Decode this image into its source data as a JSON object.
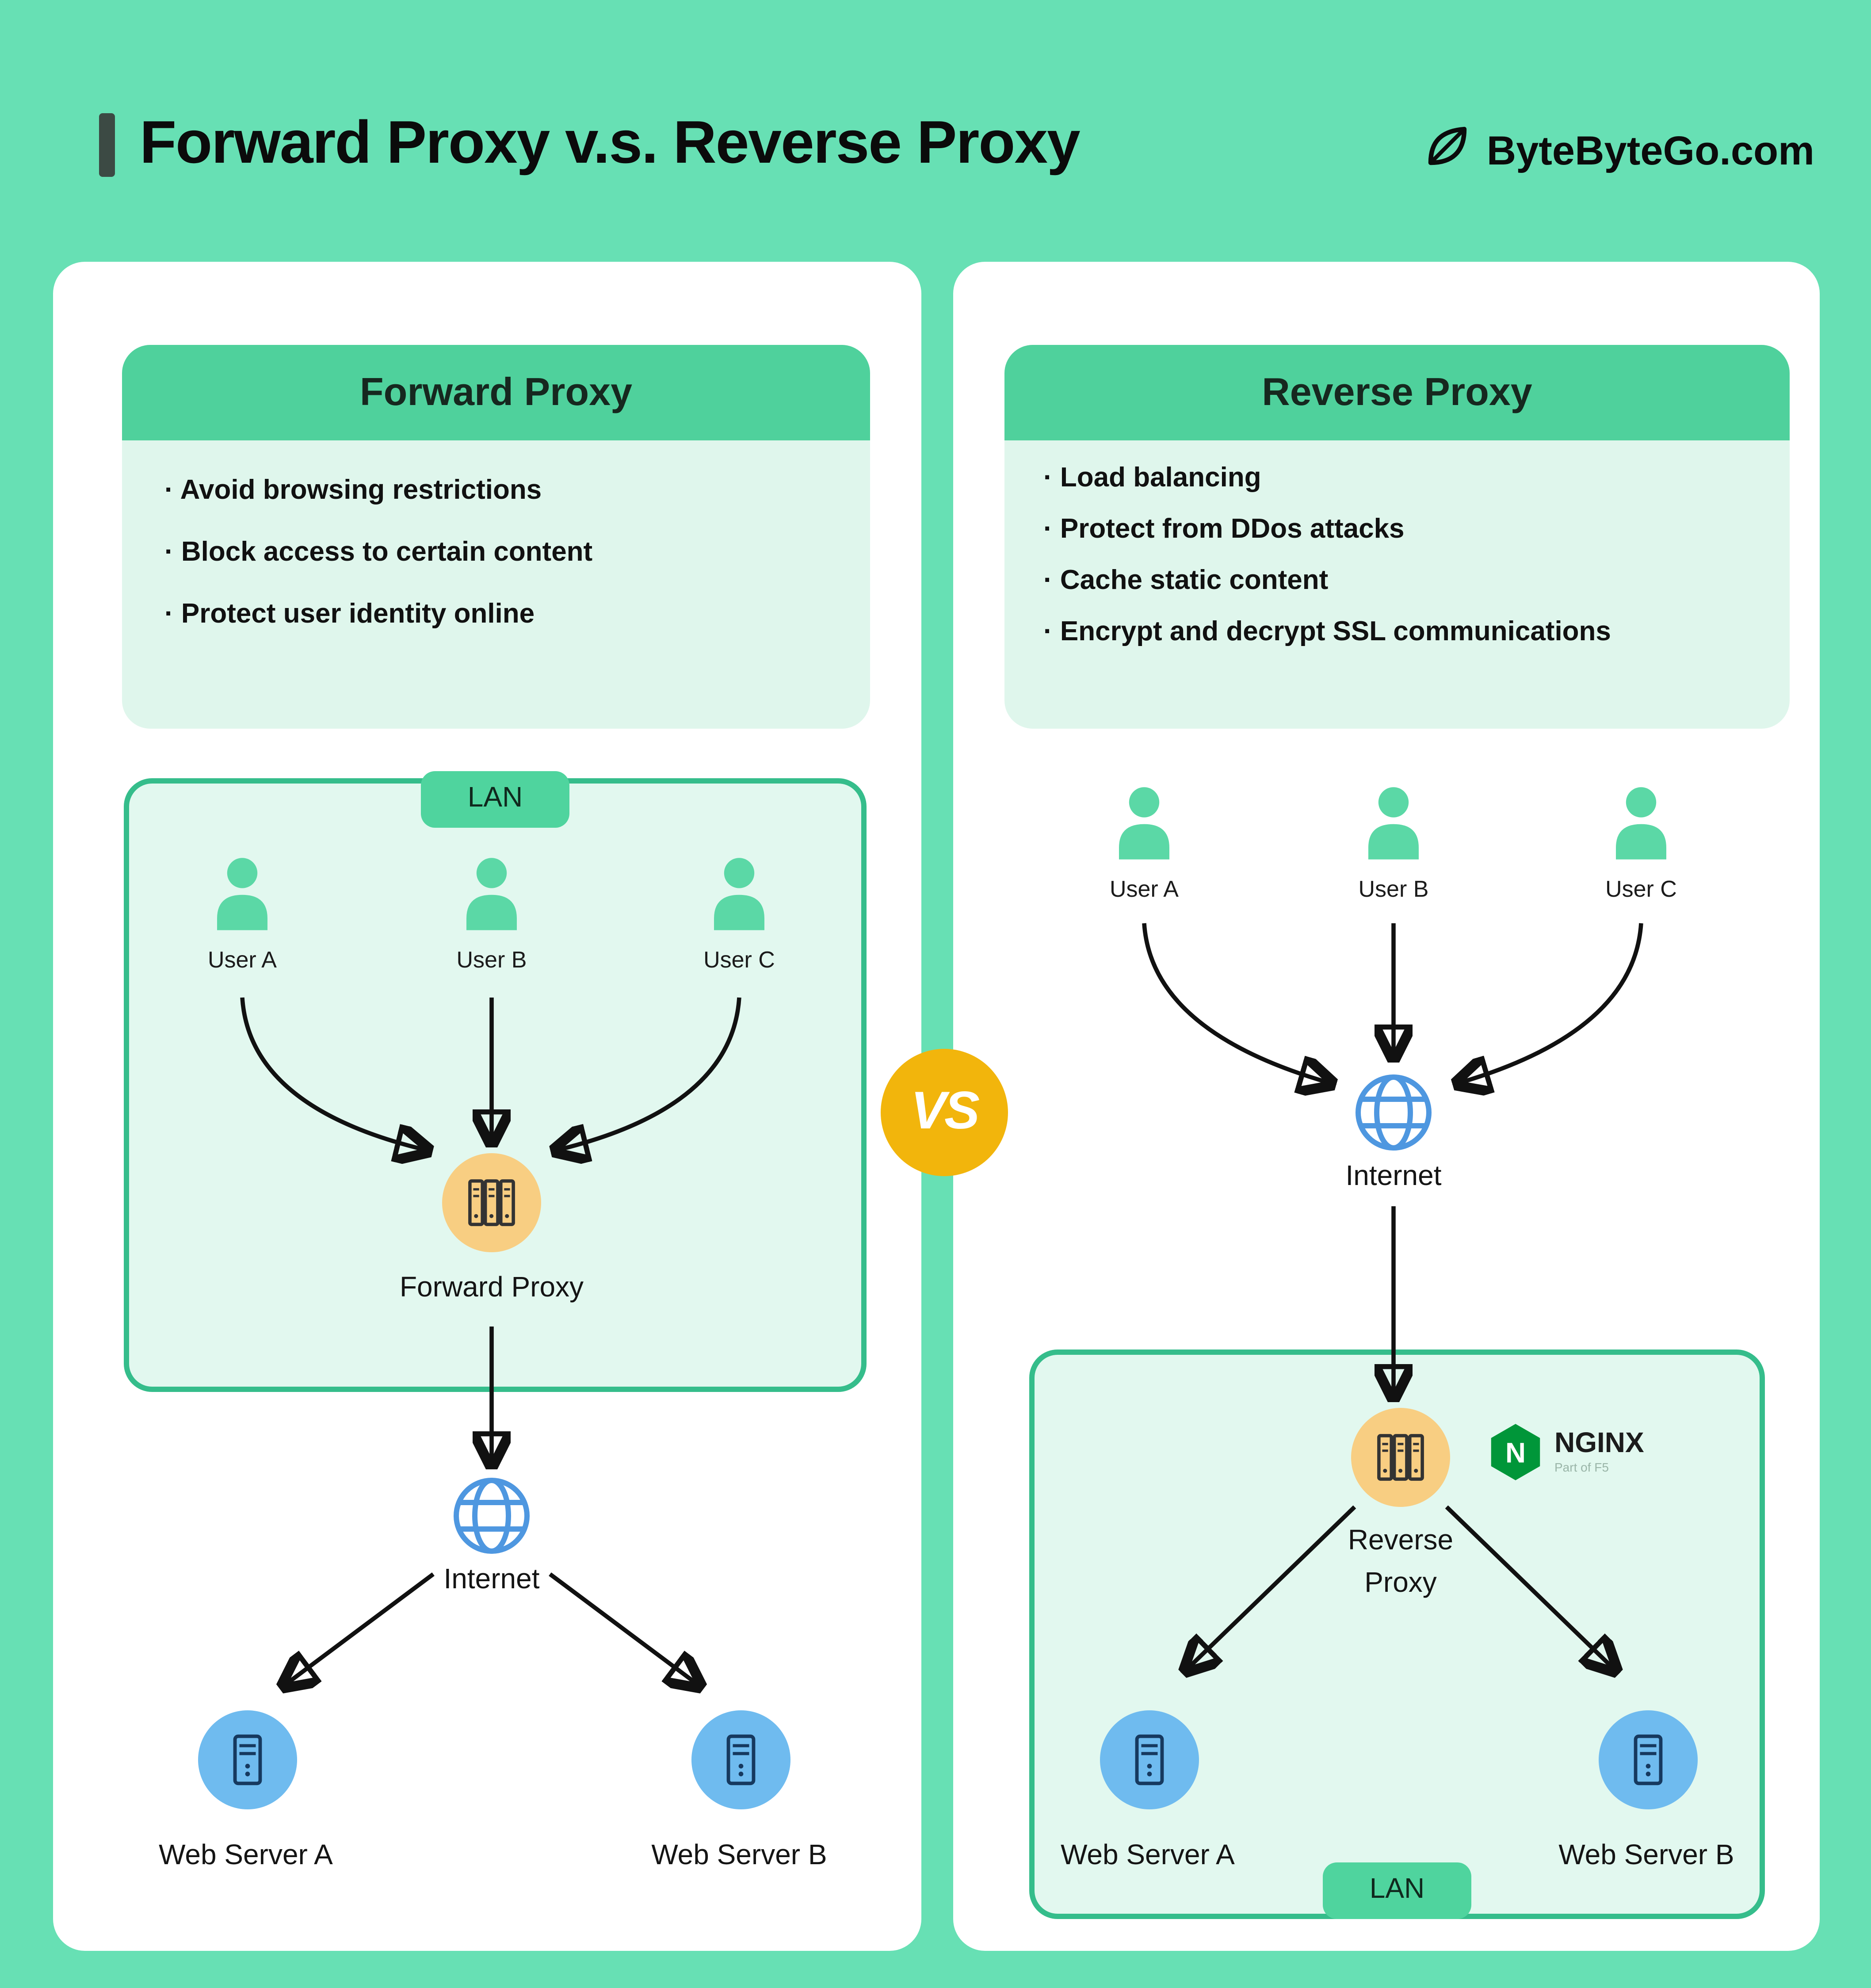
{
  "page": {
    "title": "Forward Proxy v.s. Reverse Proxy",
    "brand": "ByteByteGo.com"
  },
  "vs_badge": "VS",
  "forward": {
    "card_title": "Forward Proxy",
    "bullets": [
      "· Avoid browsing restrictions",
      "· Block access to certain content",
      "· Protect user identity online"
    ],
    "lan_label": "LAN",
    "users": [
      "User A",
      "User B",
      "User C"
    ],
    "proxy_label": "Forward Proxy",
    "internet_label": "Internet",
    "servers": [
      "Web Server A",
      "Web Server B"
    ]
  },
  "reverse": {
    "card_title": "Reverse Proxy",
    "bullets": [
      "· Load balancing",
      "· Protect from DDos attacks",
      "· Cache static content",
      "· Encrypt and decrypt SSL communications"
    ],
    "users": [
      "User A",
      "User B",
      "User C"
    ],
    "internet_label": "Internet",
    "lan_label": "LAN",
    "proxy_label": "Reverse Proxy",
    "nginx": {
      "letter": "N",
      "name": "NGINX",
      "sub": "Part of F5"
    },
    "servers": [
      "Web Server A",
      "Web Server B"
    ]
  },
  "colors": {
    "background": "#67E0B4",
    "panel": "#FFFFFF",
    "header_bar": "#4FD19C",
    "card_body": "#DFF6EC",
    "lan_fill": "#E2F8EF",
    "lan_border": "#35BD8B",
    "user_green": "#5BD8A6",
    "proxy_orange": "#F8CE82",
    "web_server_blue": "#6FBBEF",
    "globe_blue": "#4E97E0",
    "vs_badge": "#F2B50C",
    "nginx_green": "#009639",
    "arrow": "#111111"
  }
}
